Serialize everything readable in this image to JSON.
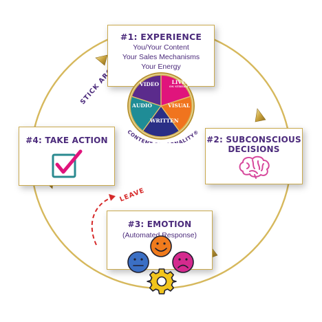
{
  "cards": {
    "experience": {
      "title": "#1: EXPERIENCE",
      "lines": [
        "You/Your Content",
        "Your Sales Mechanisms",
        "Your Energy"
      ]
    },
    "subconscious": {
      "title_line1": "#2: SUBCONSCIOUS",
      "title_line2": "DECISIONS"
    },
    "emotion": {
      "title": "#3: EMOTION",
      "subtitle": "(Automated Response)"
    },
    "action": {
      "title": "#4: TAKE ACTION"
    }
  },
  "labels": {
    "stick_around": "STICK AROUND",
    "leave": "LEAVE"
  },
  "wheel": {
    "segments": [
      {
        "label": "VIDEO",
        "color": "#5b2b8c"
      },
      {
        "label": "LIVE",
        "sublabel": "ON STREAM",
        "color": "#e0147c"
      },
      {
        "label": "VISUAL",
        "color": "#f0741e"
      },
      {
        "label": "WRITTEN",
        "color": "#2a2f86"
      },
      {
        "label": "AUDIO",
        "color": "#1f8c96"
      }
    ],
    "caption": "CONTENT PERSONALITY®"
  },
  "colors": {
    "title_purple": "#4b2a7b",
    "gold": "#c9a94e",
    "checkmark": "#e0147c",
    "checkbox": "#2a8a8f",
    "brain": "#d6479b",
    "leave_red": "#d62a2a",
    "face_neutral": "#3b6fc4",
    "face_happy": "#f07b1d",
    "face_sad": "#d42a8e",
    "gear": "#f2c51c"
  },
  "icons": [
    "checkbox-checked-icon",
    "brain-icon",
    "neutral-face-icon",
    "happy-face-icon",
    "sad-face-icon",
    "gear-icon"
  ]
}
